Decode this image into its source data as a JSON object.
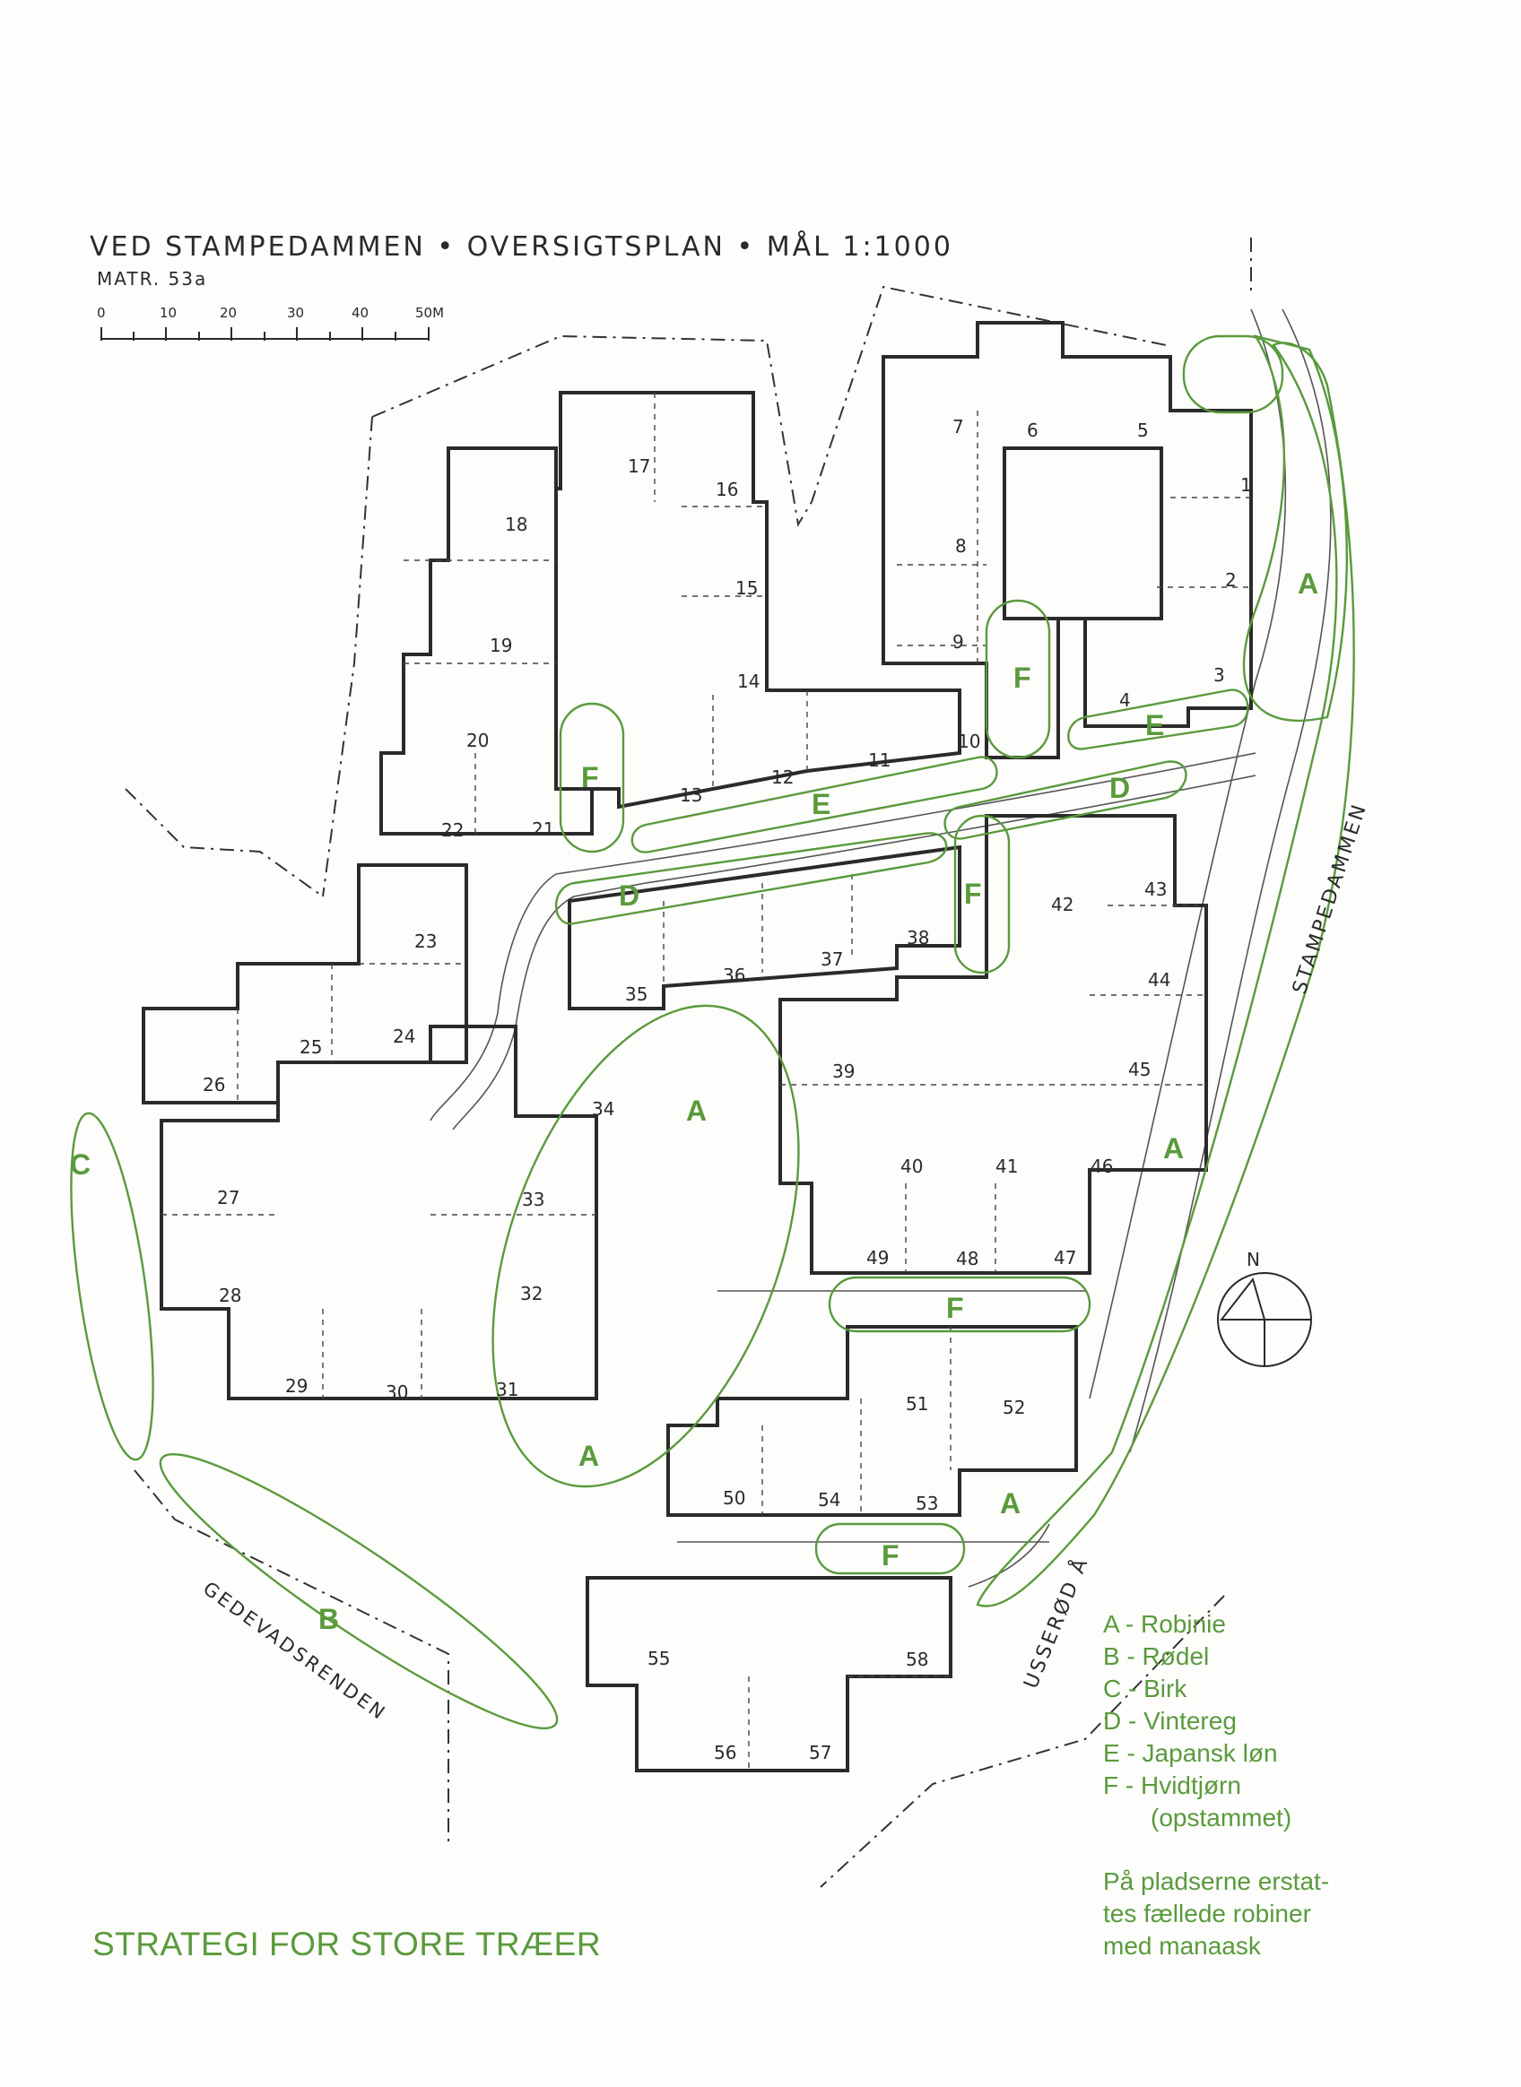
{
  "header": {
    "title": "VED STAMPEDAMMEN • OVERSIGTSPLAN • MÅL 1:1000",
    "matr": "MATR. 53a"
  },
  "scale_bar": {
    "ticks": [
      "0",
      "10",
      "20",
      "30",
      "40",
      "50M"
    ]
  },
  "streets": {
    "stampedammen": "STAMPEDAMMEN",
    "usserod": "USSERØD Å",
    "gedevadsrenden": "GEDEVADSRENDEN"
  },
  "compass": {
    "north": "N"
  },
  "units": [
    "1",
    "2",
    "3",
    "4",
    "5",
    "6",
    "7",
    "8",
    "9",
    "10",
    "11",
    "12",
    "13",
    "14",
    "15",
    "16",
    "17",
    "18",
    "19",
    "20",
    "21",
    "22",
    "23",
    "24",
    "25",
    "26",
    "27",
    "28",
    "29",
    "30",
    "31",
    "32",
    "33",
    "34",
    "35",
    "36",
    "37",
    "38",
    "39",
    "40",
    "41",
    "42",
    "43",
    "44",
    "45",
    "46",
    "47",
    "48",
    "49",
    "50",
    "51",
    "52",
    "53",
    "54",
    "55",
    "56",
    "57",
    "58"
  ],
  "zones": {
    "A": "A",
    "B": "B",
    "C": "C",
    "D": "D",
    "E": "E",
    "F": "F"
  },
  "legend": {
    "items": [
      "A - Robinie",
      "B - Rødel",
      "C - Birk",
      "D - Vintereg",
      "E - Japansk løn",
      "F - Hvidtjørn",
      "(opstammet)"
    ],
    "note": [
      "På pladserne erstat-",
      "tes fællede robiner",
      "med manaask"
    ]
  },
  "footer": {
    "title": "STRATEGI FOR STORE TRÆER"
  },
  "colors": {
    "green": "#5a9a3c",
    "ink": "#2a2a2a",
    "paper": "#fdfdfc"
  }
}
